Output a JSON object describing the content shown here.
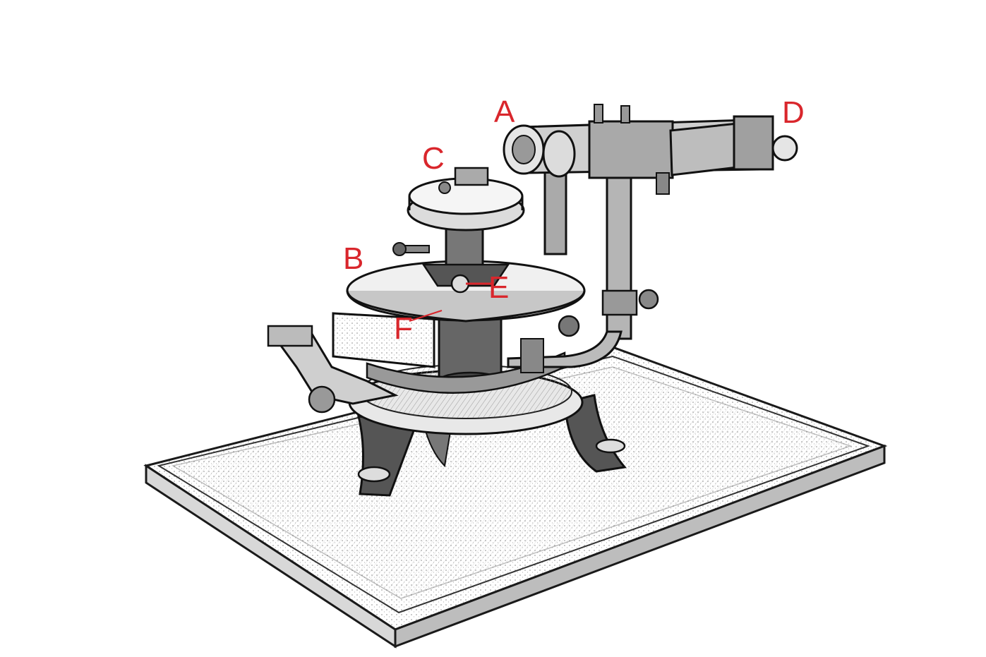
{
  "labels": {
    "a": "A",
    "b": "B",
    "c": "C",
    "d": "D",
    "e": "E",
    "f": "F"
  },
  "colors": {
    "label": "#d9262c",
    "ink": "#1a1a1a",
    "paper": "#ffffff",
    "wood": "#f2f2f2"
  }
}
